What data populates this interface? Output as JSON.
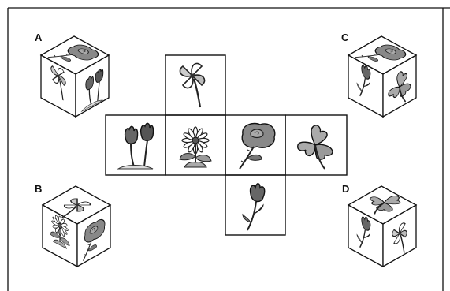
{
  "puzzle": {
    "net_faces": [
      {
        "position": "top",
        "icon": "pinwheel-flower-icon"
      },
      {
        "position": "left",
        "icon": "tulip-pair-icon"
      },
      {
        "position": "center",
        "icon": "daisy-icon"
      },
      {
        "position": "right",
        "icon": "rose-icon"
      },
      {
        "position": "far-right",
        "icon": "clover-icon"
      },
      {
        "position": "bottom",
        "icon": "tulip-bud-icon"
      }
    ],
    "options": [
      {
        "letter": "A",
        "faces": [
          "rose-icon",
          "pinwheel-flower-icon",
          "tulip-pair-icon"
        ]
      },
      {
        "letter": "B",
        "faces": [
          "pinwheel-flower-icon",
          "daisy-icon",
          "rose-icon"
        ]
      },
      {
        "letter": "C",
        "faces": [
          "rose-icon",
          "tulip-bud-icon",
          "clover-icon"
        ]
      },
      {
        "letter": "D",
        "faces": [
          "clover-icon",
          "tulip-bud-icon",
          "pinwheel-flower-icon"
        ]
      }
    ],
    "colors": {
      "border": "#111111",
      "petal": "#9a9a9a",
      "petal_dark": "#555555",
      "stem": "#333333"
    }
  }
}
